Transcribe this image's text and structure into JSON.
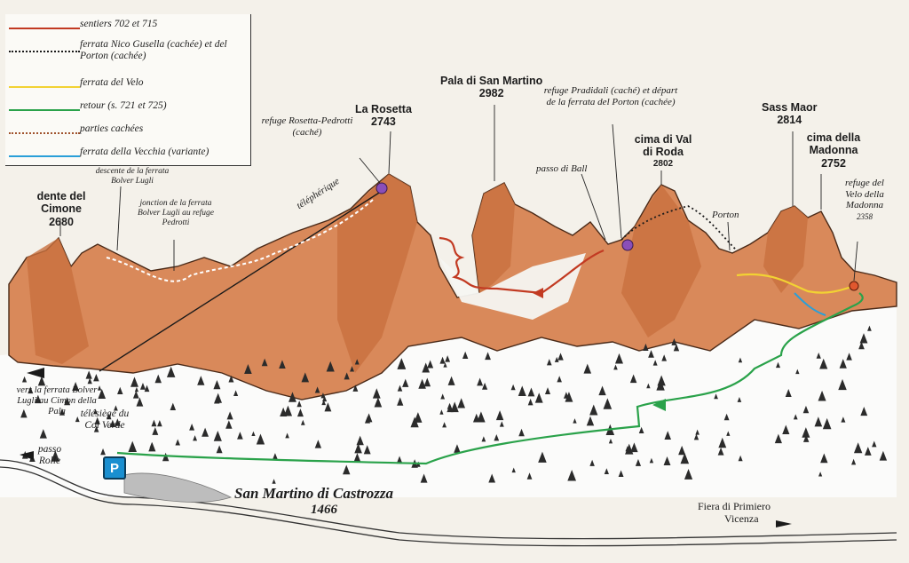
{
  "legend": [
    {
      "label": "sentiers 702 et 715",
      "color": "#c23a22",
      "style": "solid"
    },
    {
      "label": "ferrata Nico Gusella (cachée) et del Porton (cachée)",
      "color": "#1a1a1a",
      "style": "dotted"
    },
    {
      "label": "ferrata del Velo",
      "color": "#f2d233",
      "style": "solid"
    },
    {
      "label": "retour (s. 721 et 725)",
      "color": "#2aa24a",
      "style": "solid"
    },
    {
      "label": "parties cachées",
      "color": "#a0522d",
      "style": "dotted"
    },
    {
      "label": "ferrata della Vecchia (variante)",
      "color": "#2a9fd8",
      "style": "solid"
    }
  ],
  "peaks": {
    "cimone": {
      "name": "dente del Cimone",
      "alt": "2680"
    },
    "rosetta": {
      "name": "La Rosetta",
      "alt": "2743"
    },
    "pala": {
      "name": "Pala di San Martino",
      "alt": "2982"
    },
    "valroda": {
      "name": "cima di Val di Roda",
      "alt": "2802"
    },
    "sassmaor": {
      "name": "Sass Maor",
      "alt": "2814"
    },
    "madonna": {
      "name": "cima della Madonna",
      "alt": "2752"
    }
  },
  "notes": {
    "refuge_rosetta": "refuge Rosetta-Pedrotti (caché)",
    "descente": "descente de la ferrata Bolver Lugli",
    "jonction": "jonction de la ferrata Bolver Lugli au refuge Pedrotti",
    "telepherique": "téléphérique",
    "refuge_pradidali": "refuge Pradidali (caché) et départ de la ferrata del Porton (cachée)",
    "passo_ball": "passo di Ball",
    "porton": "Porton",
    "refuge_velo": "refuge del Velo della Madonna",
    "refuge_velo_alt": "2358",
    "vers_ferrata": "vers la ferrata Bolver Lugli au Cimon della Pala",
    "telesiege": "télésiège du Col Verde",
    "passo_rolle": "passo Rolle",
    "town": "San Martino di Castrozza",
    "town_alt": "1466",
    "fiera": "Fiera di Primiero",
    "vicenza": "Vicenza",
    "parking": "P"
  }
}
